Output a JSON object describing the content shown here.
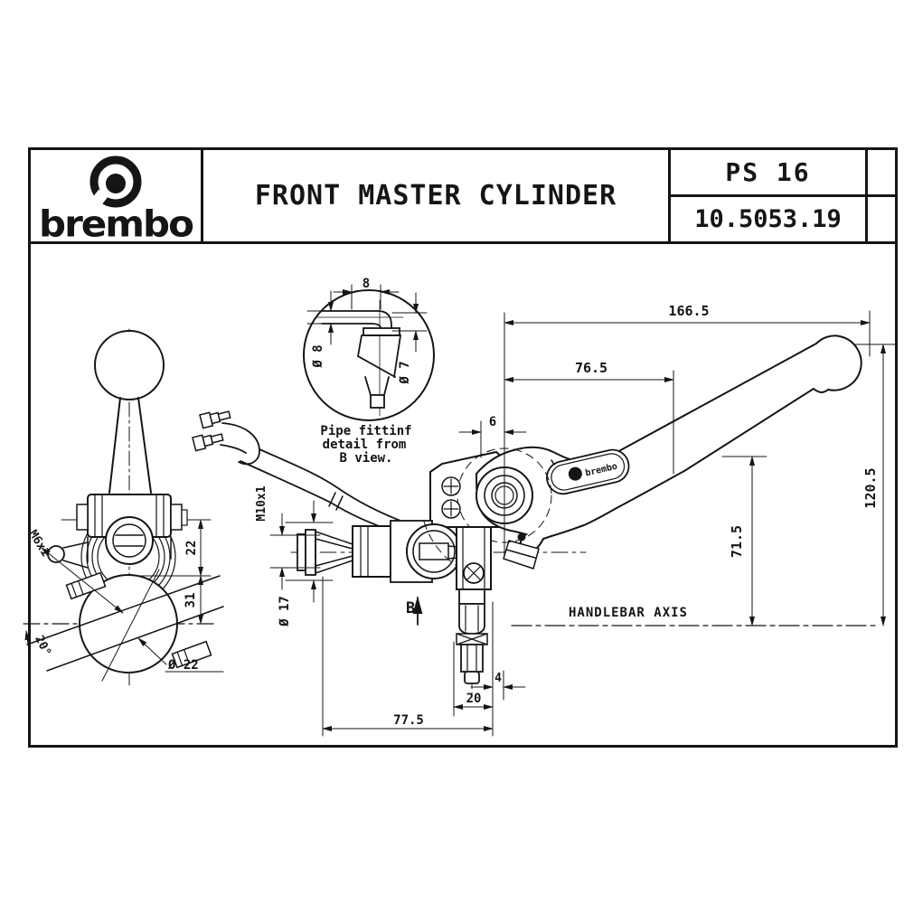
{
  "title_block": {
    "brand": "brembo",
    "title": "FRONT MASTER CYLINDER",
    "model": "PS 16",
    "part_number": "10.5053.19"
  },
  "detail_view": {
    "caption_line1": "Pipe fittinf",
    "caption_line2": "detail from",
    "caption_line3": "B view.",
    "dim_pipe_length": "8",
    "dim_pipe_od": "Ø 8",
    "dim_elbow_od": "Ø 7"
  },
  "plan_view": {
    "handlebar_axis_label": "HANDLEBAR AXIS",
    "view_arrow_label": "B",
    "lever_logo": "brembo",
    "dims": {
      "overall_length": "166.5",
      "lever_reach": "76.5",
      "pivot_offset": "6",
      "lever_end_height": "120.5",
      "lever_blade_height": "71.5",
      "port_thread": "M10x1",
      "port_diameter": "Ø 17",
      "outlet_offset": "4",
      "outlet_spacing": "20",
      "body_length": "77.5"
    }
  },
  "front_view": {
    "dims": {
      "cap_to_bolt": "22",
      "bolt_to_axis": "31",
      "clamp_screw_thread": "M6x1",
      "clamp_angle": "20°",
      "clamp_bore": "Ø 22"
    }
  },
  "colors": {
    "line": "#151515",
    "background": "#ffffff"
  }
}
